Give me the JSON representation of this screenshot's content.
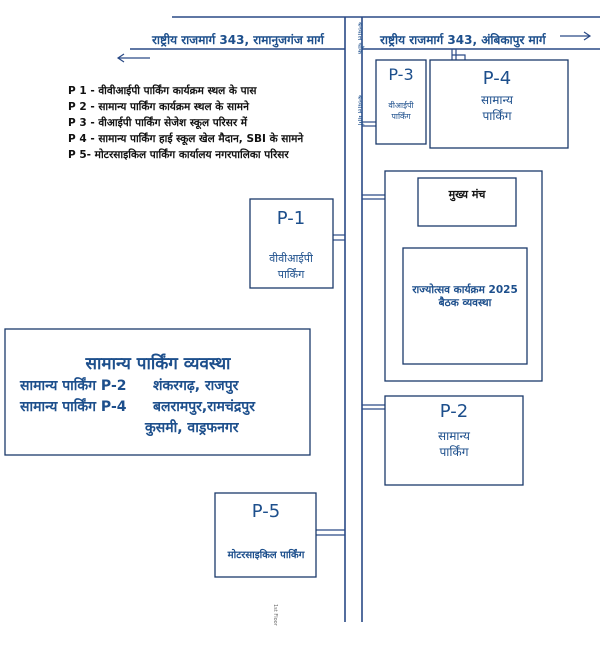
{
  "roads": {
    "north_left": "राष्ट्रीय राजमार्ग 343, रामानुजगंज मार्ग",
    "north_right": "राष्ट्रीय राजमार्ग 343, अंबिकापुर मार्ग",
    "junction": "बनवाल चौक",
    "vertical_road": "बनवाल मार्ग"
  },
  "legend": [
    "P 1 - वीवीआईपी पार्किंग कार्यक्रम स्थल के पास",
    "P 2 - सामान्य पार्किंग कार्यक्रम स्थल के सामने",
    "P 3 - वीआईपी पार्किंग सेजेश स्कूल परिसर में",
    "P 4 - सामान्य पार्किंग हाई स्कूल खेल मैदान, SBI के सामने",
    "P 5- मोटरसाइकिल पार्किंग कार्यालय नगरपालिका परिसर"
  ],
  "parking": {
    "p1": {
      "code": "P-1",
      "label_1": "वीवीआईपी",
      "label_2": "पार्किंग"
    },
    "p2": {
      "code": "P-2",
      "label_1": "सामान्य",
      "label_2": "पार्किंग"
    },
    "p3": {
      "code": "P-3",
      "label_1": "वीआईपी",
      "label_2": "पार्किंग"
    },
    "p4": {
      "code": "P-4",
      "label_1": "सामान्य",
      "label_2": "पार्किंग"
    },
    "p5": {
      "code": "P-5",
      "label_1": "मोटरसाइकिल पार्किंग"
    }
  },
  "venue": {
    "stage": "मुख्य मंच",
    "seating_1": "राज्योत्सव कार्यक्रम 2025",
    "seating_2": "बैठक व्यवस्था"
  },
  "general_parking": {
    "title": "सामान्य पार्किंग व्यवस्था",
    "row1_label": "सामान्य पार्किंग P-2",
    "row1_places": "शंकरगढ़, राजपुर",
    "row2_label": "सामान्य पार्किंग P-4",
    "row2_places": "बलरामपुर,रामचंद्रपुर",
    "row3_places": "कुसमी, वाड्रफनगर"
  },
  "floor_note": "1st Floor",
  "colors": {
    "road": "#2a4a86",
    "text_blue": "#1d4f8c",
    "box_border": "#1b3a6b"
  }
}
